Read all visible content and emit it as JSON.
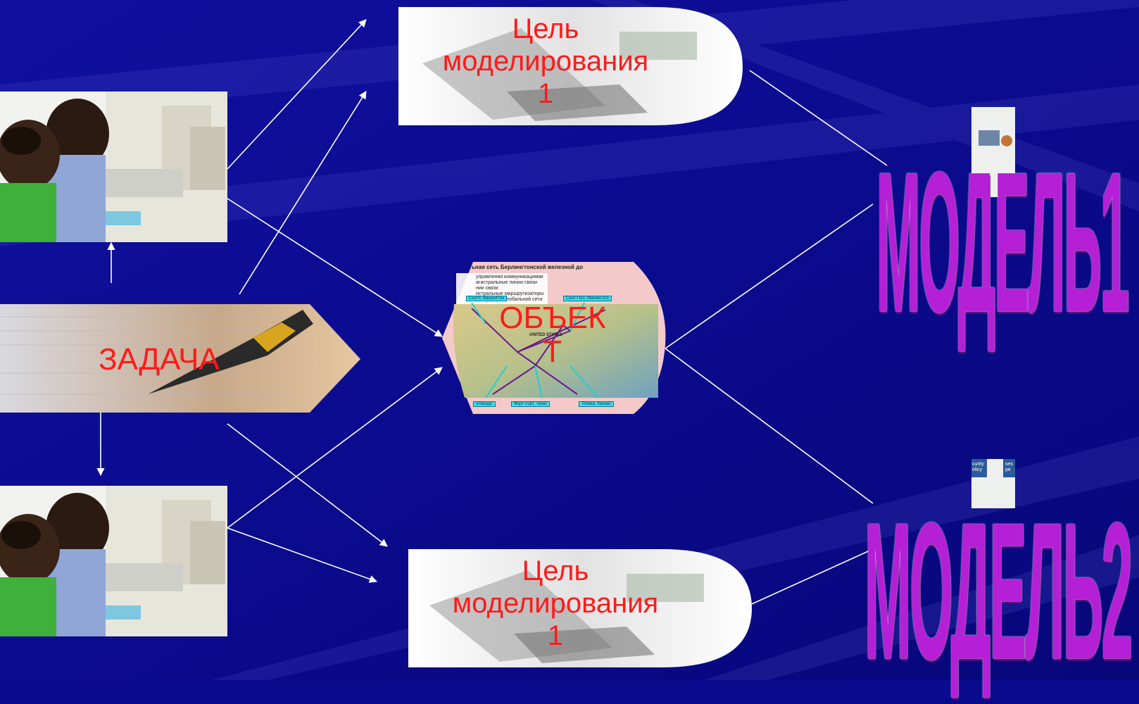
{
  "task_label": "ЗАДАЧА",
  "object_label": [
    "ОБЪЕК",
    "Т"
  ],
  "goal_top_label": [
    "Цель",
    "моделирования",
    "1"
  ],
  "goal_bottom_label": [
    "Цель",
    "моделирования",
    "1"
  ],
  "model1_label": "МОДЕЛЬ1",
  "model2_label": "МОДЕЛЬ2",
  "map": {
    "title": "ьная сеть Берлингтонской железной до",
    "legend": [
      "управления коммуникациями",
      "агистральные линии связи",
      "нии связи",
      "истральные маршрутизаторы",
      "центраторы глобальной сети"
    ],
    "tags": [
      "Сиэтл, Вашингтон",
      "Сент-Пол, Миннесота",
      "олорадо",
      "Форт-Уэрт, Техас",
      "Топика, Канзас"
    ],
    "inner_label": "UNITED STATES"
  },
  "model2_icon_text": [
    "curity",
    "olicy",
    "ses",
    "pe"
  ],
  "colors": {
    "background": "#0a0a8c",
    "label_red": "#ff1a1a",
    "model_purple": "#b51fd6",
    "arrow": "#ffffff"
  }
}
